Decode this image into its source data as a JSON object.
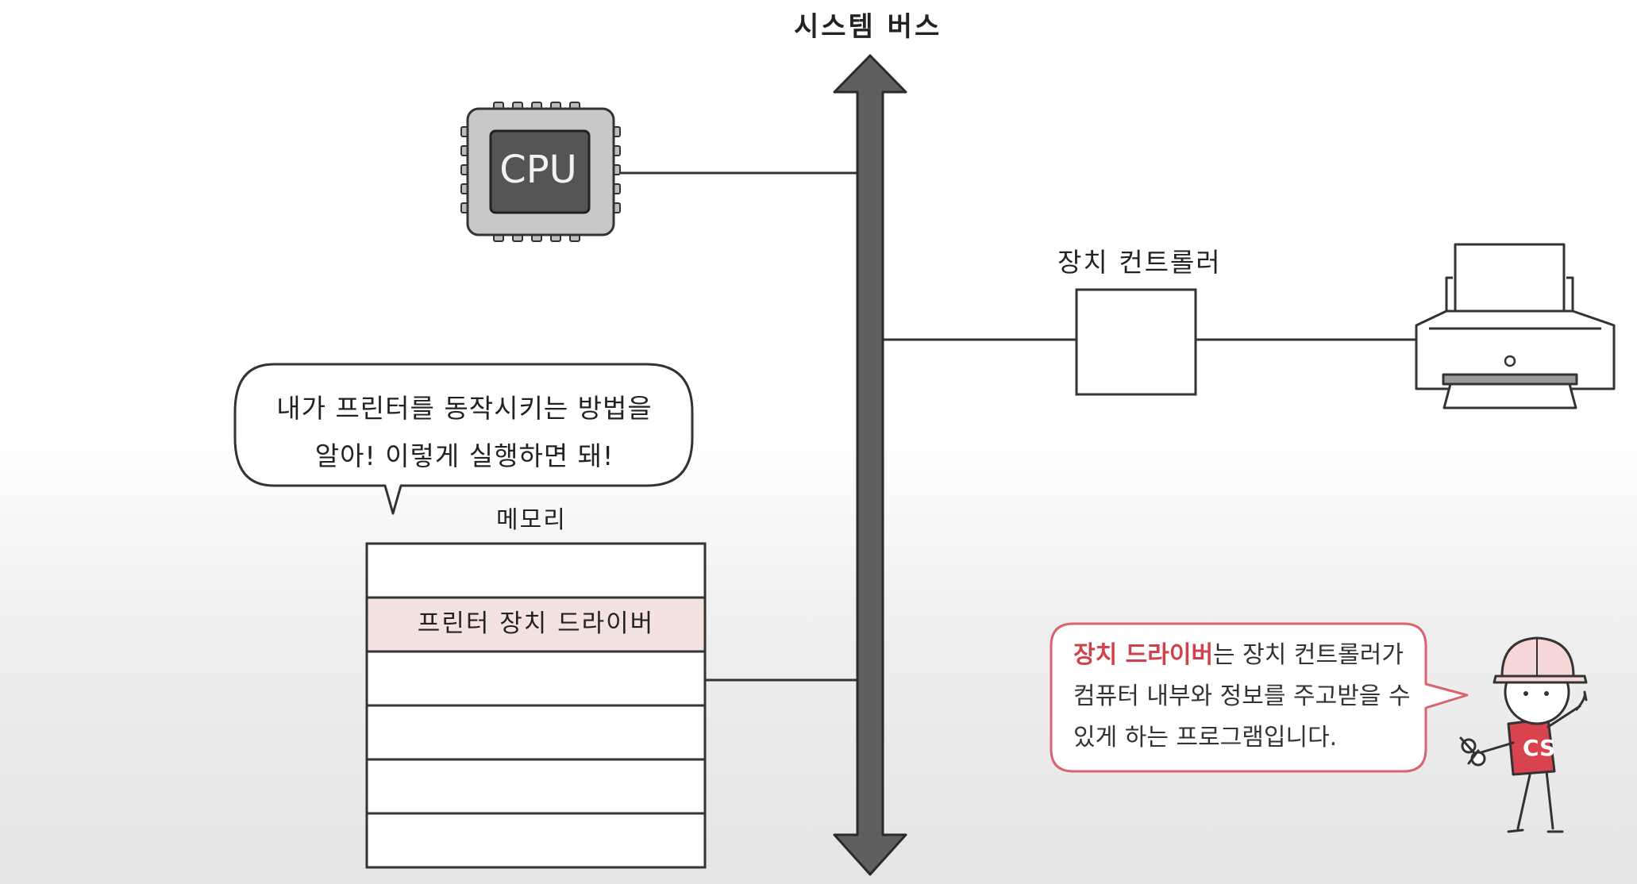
{
  "diagram": {
    "bus_title": "시스템 버스",
    "cpu_label": "CPU",
    "controller_label": "장치 컨트롤러",
    "memory": {
      "title": "메모리",
      "driver_row_label": "프린터 장치 드라이버"
    },
    "speech_bubble": {
      "line1": "내가 프린터를 동작시키는 방법을",
      "line2": "알아! 이렇게 실행하면 돼!"
    },
    "note": {
      "highlight": "장치 드라이버",
      "rest": "는 장치 컨트롤러가 컴퓨터 내부와 정보를 주고받을 수 있게 하는 프로그램입니다."
    },
    "mascot_badge": "CS"
  },
  "colors": {
    "bus_arrow": "#5f5f5f",
    "cpu_die": "#555555",
    "cpu_package": "#c8c8c8",
    "driver_row_fill": "#f3e2df",
    "note_border": "#d9646b",
    "note_highlight": "#d0414c",
    "mascot_helmet": "#f6d7d7",
    "mascot_shirt": "#d9434d"
  },
  "icons": [
    "cpu-chip-icon",
    "printer-icon",
    "mascot-icon"
  ]
}
